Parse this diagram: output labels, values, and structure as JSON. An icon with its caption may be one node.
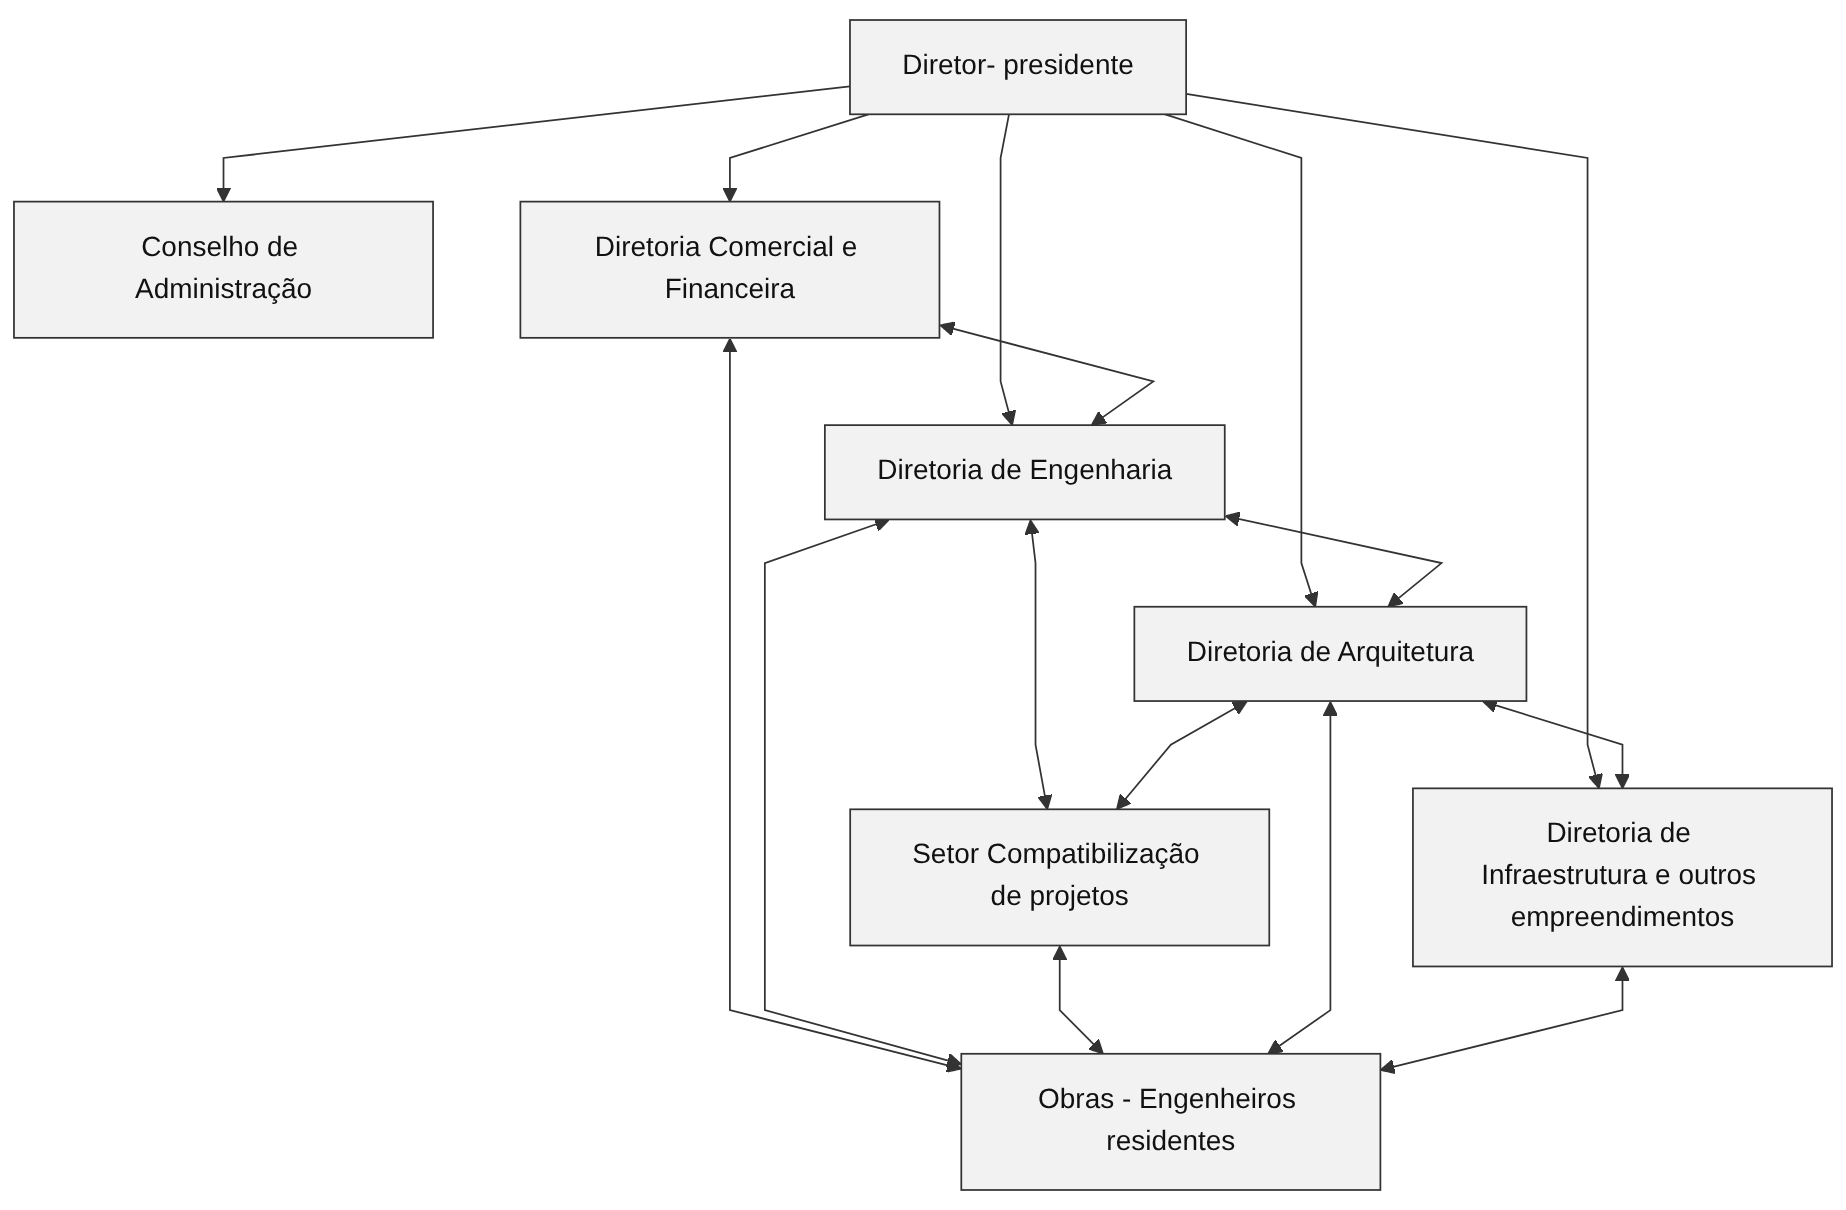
{
  "diagram": {
    "nodes": [
      {
        "text": [
          "Diretor- presidente"
        ]
      },
      {
        "text": [
          "Conselho de Administração"
        ]
      },
      {
        "text": [
          "Diretoria Comercial e Financeira"
        ]
      },
      {
        "text": [
          "Diretoria de Engenharia"
        ]
      },
      {
        "text": [
          "Diretoria de Arquitetura"
        ]
      },
      {
        "text": [
          "Diretoria de Infraestrutura e outros empreendimentos"
        ]
      },
      {
        "text": [
          "Setor Compatibilização de projetos"
        ]
      },
      {
        "text": [
          "Obras - Engenheiros residentes"
        ]
      }
    ],
    "edges": [
      {
        "from": 0,
        "to": 1,
        "arrow": "to"
      },
      {
        "from": 0,
        "to": 2,
        "arrow": "to"
      },
      {
        "from": 0,
        "to": 3,
        "arrow": "to"
      },
      {
        "from": 0,
        "to": 4,
        "arrow": "to"
      },
      {
        "from": 0,
        "to": 5,
        "arrow": "to"
      },
      {
        "from": 2,
        "to": 3,
        "arrow": "both"
      },
      {
        "from": 3,
        "to": 4,
        "arrow": "both"
      },
      {
        "from": 4,
        "to": 5,
        "arrow": "both"
      },
      {
        "from": 3,
        "to": 6,
        "arrow": "both"
      },
      {
        "from": 4,
        "to": 6,
        "arrow": "both"
      },
      {
        "from": 2,
        "to": 7,
        "arrow": "both"
      },
      {
        "from": 3,
        "to": 7,
        "arrow": "both"
      },
      {
        "from": 6,
        "to": 7,
        "arrow": "both"
      },
      {
        "from": 4,
        "to": 7,
        "arrow": "both"
      },
      {
        "from": 5,
        "to": 7,
        "arrow": "both"
      }
    ]
  }
}
